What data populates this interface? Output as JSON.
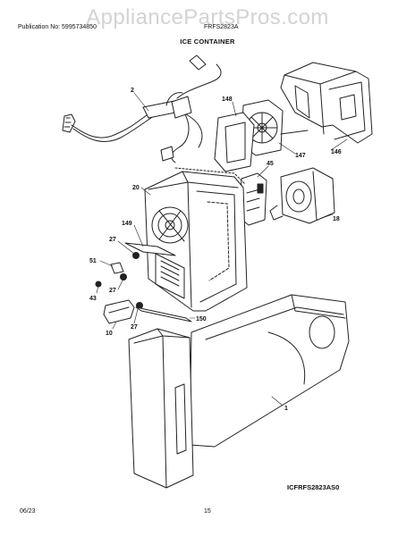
{
  "watermark": "AppliancePartsPros.com",
  "header": {
    "publication": "Publication No: 5995734850",
    "model": "FRFS2823A",
    "section_title": "ICE CONTAINER"
  },
  "callouts": {
    "wire_harness": "2",
    "air_duct": "148",
    "fan_motor": "147",
    "cover": "146",
    "switch": "45",
    "auger_motor": "18",
    "housing": "20",
    "bracket_149": "149",
    "screw_27_top": "27",
    "part_51": "51",
    "screw_43": "43",
    "screw_27_mid": "27",
    "screw_27_low": "27",
    "part_10": "10",
    "gasket_150": "150",
    "ice_bucket": "1"
  },
  "drawing_code": "ICFRFS2823AS0",
  "footer": {
    "date": "06/23",
    "page": "15"
  }
}
